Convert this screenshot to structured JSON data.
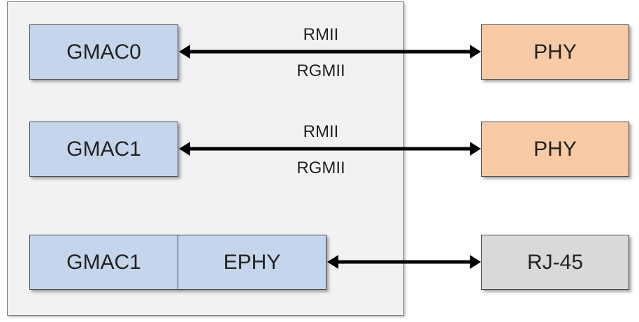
{
  "soc": {
    "rows": [
      {
        "mac": "GMAC0",
        "top_label": "RMII",
        "bottom_label": "RGMII",
        "peer": "PHY"
      },
      {
        "mac": "GMAC1",
        "top_label": "RMII",
        "bottom_label": "RGMII",
        "peer": "PHY"
      }
    ],
    "row3": {
      "mac": "GMAC1",
      "ephy": "EPHY",
      "peer": "RJ-45"
    }
  },
  "colors": {
    "soc_fill": "#f2f2f2",
    "mac_fill": "#c5d5ec",
    "phy_fill": "#f8cba6",
    "rj45_fill": "#d9d9d9",
    "arrow": "#000000"
  }
}
